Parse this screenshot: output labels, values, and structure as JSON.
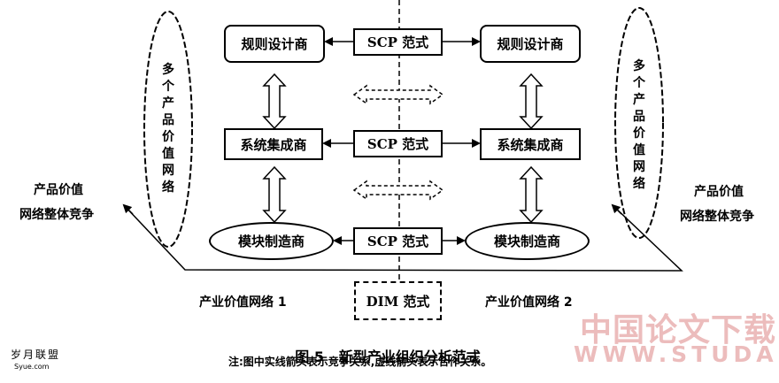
{
  "diagram": {
    "left_network": {
      "designer": "规则设计商",
      "integrator": "系统集成商",
      "manufacturer": "模块制造商",
      "ellipse_text": "多个产品价值网络",
      "label": "产业价值网络 1"
    },
    "right_network": {
      "designer": "规则设计商",
      "integrator": "系统集成商",
      "manufacturer": "模块制造商",
      "ellipse_text": "多个产品价值网络",
      "label": "产业价值网络 2"
    },
    "scp": [
      "SCP 范式",
      "SCP 范式",
      "SCP 范式"
    ],
    "dim": "DIM 范式",
    "competition_left": [
      "产品价值",
      "网络整体竞争"
    ],
    "competition_right": [
      "产品价值",
      "网络整体竞争"
    ]
  },
  "caption": {
    "figure_no": "图 5",
    "title": "新型产业组织分析范式",
    "note": "注:图中实线箭头表示竞争关系,虚线箭头表示合作关系。"
  },
  "watermark": {
    "cn": "中国论文下载",
    "url": "WWW.STUDA."
  },
  "site_logo": {
    "text": "岁月联盟",
    "url": "Syue.com"
  }
}
